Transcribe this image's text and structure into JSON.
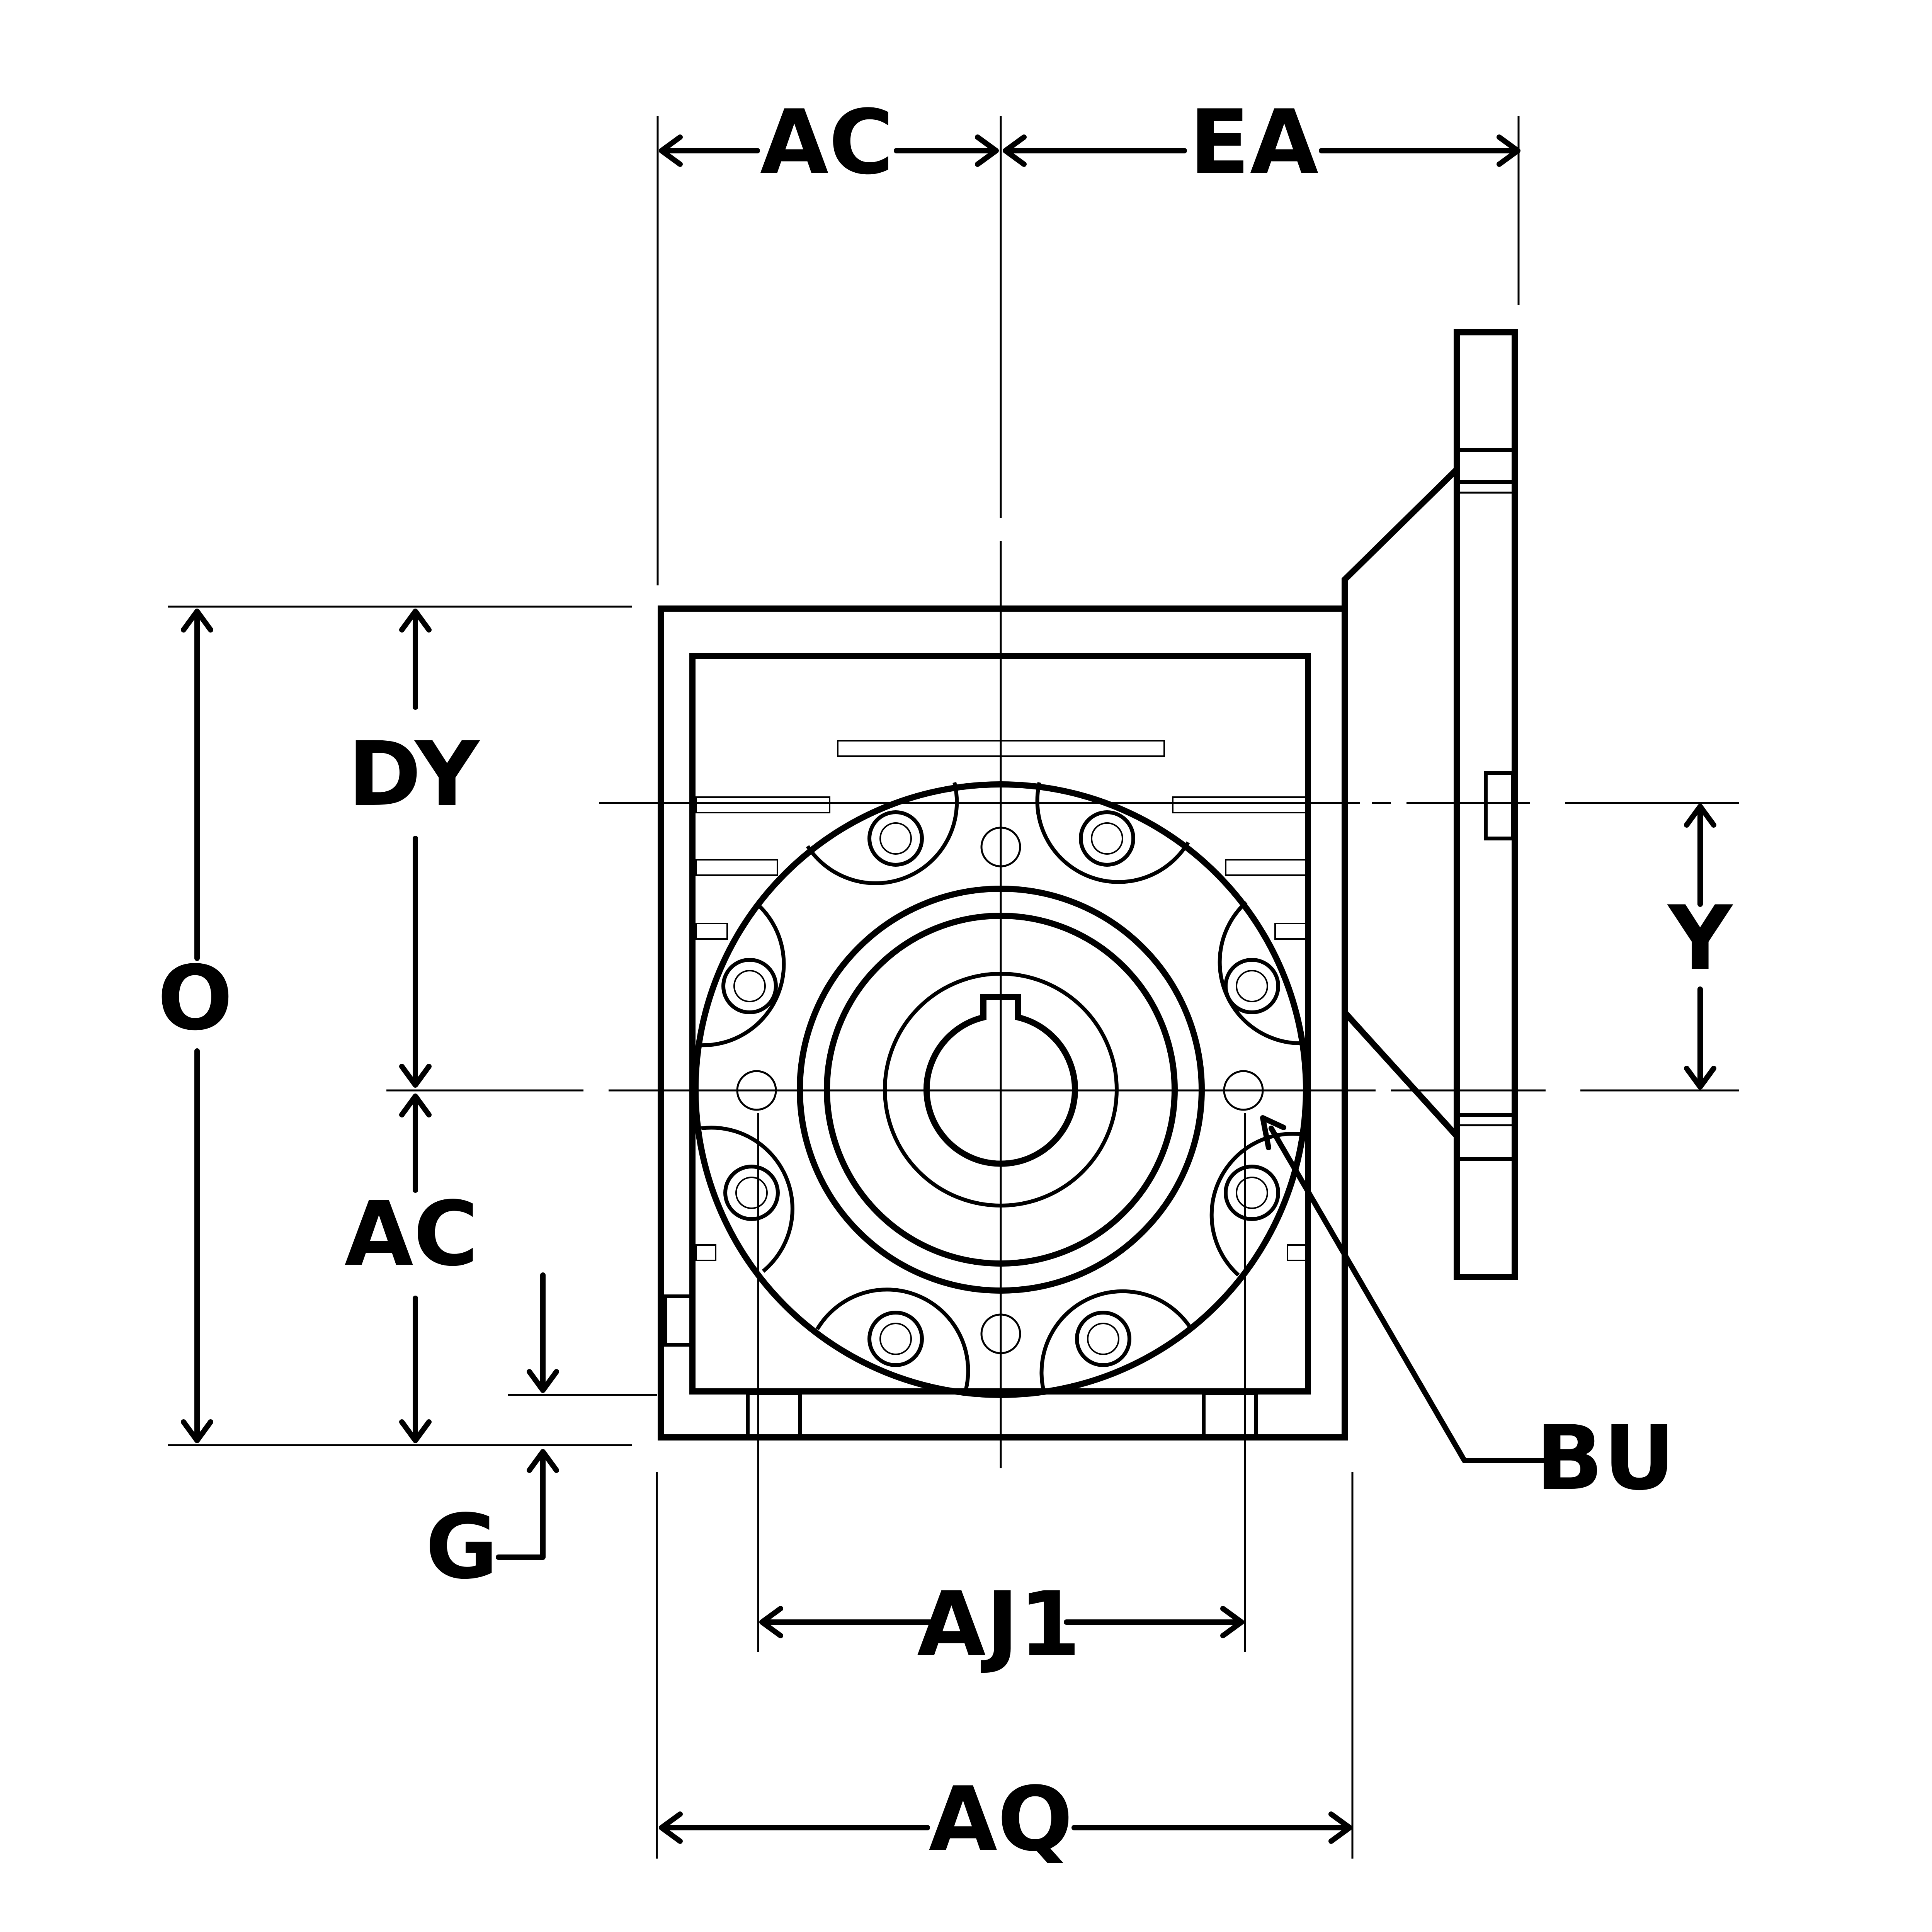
{
  "drawing": {
    "labels": {
      "ac_top": "AC",
      "ea": "EA",
      "dy": "DY",
      "o": "O",
      "y": "Y",
      "ac_left": "AC",
      "g": "G",
      "bu": "BU",
      "aj1": "AJ1",
      "aq": "AQ"
    },
    "line_color": "#000000",
    "background": "#ffffff"
  }
}
